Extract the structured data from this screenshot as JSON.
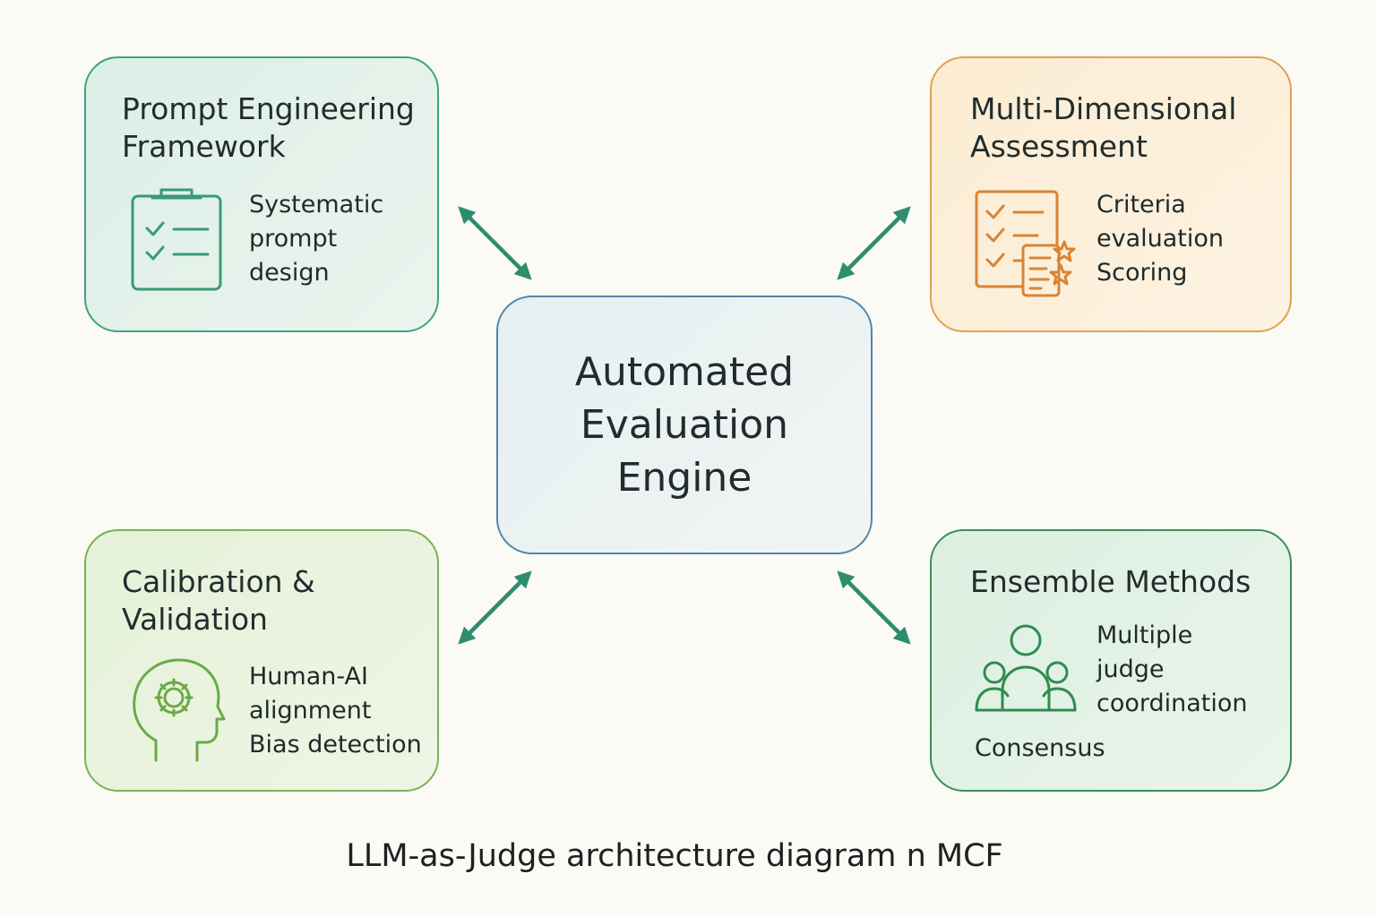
{
  "center": {
    "title": "Automated\nEvaluation\nEngine"
  },
  "boxes": {
    "prompt_engineering": {
      "title": "Prompt Engineering\nFramework",
      "description": "Systematic\nprompt\ndesign",
      "icon": "clipboard-checklist-icon",
      "color": "#3ea386"
    },
    "multi_dimensional": {
      "title": "Multi-Dimensional\nAssessment",
      "description": "Criteria\nevaluation\nScoring",
      "icon": "checklist-stars-icon",
      "color": "#e0a24f"
    },
    "calibration": {
      "title": "Calibration &\nValidation",
      "description": "Human-AI\nalignment\nBias detection",
      "icon": "head-gear-icon",
      "color": "#78b451"
    },
    "ensemble": {
      "title": "Ensemble Methods",
      "description": "Multiple\njudge\ncoordination",
      "extra": "Consensus",
      "icon": "people-group-icon",
      "color": "#3b8f55"
    }
  },
  "arrow_color": "#2f8c6e",
  "caption": "LLM-as-Judge architecture diagram n MCF"
}
